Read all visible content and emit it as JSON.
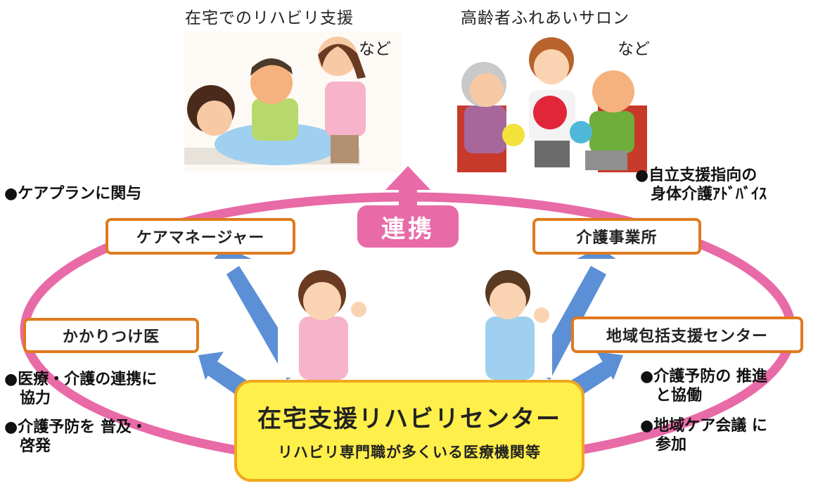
{
  "top_captions": {
    "left_title": "在宅でのリハビリ支援",
    "left_suffix": "など",
    "right_title": "高齢者ふれあいサロン",
    "right_suffix": "など"
  },
  "hub": {
    "label": "連携"
  },
  "nodes": {
    "care_manager": "ケアマネージャー",
    "kaigo_jigyosho": "介護事業所",
    "kakaritsuke": "かかりつけ医",
    "houkatsu": "地域包括支援センター"
  },
  "center": {
    "title": "在宅支援リハビリセンター",
    "subtitle": "リハビリ専門職が多くいる医療機関等"
  },
  "notes": {
    "care_plan": "●ケアプランに関与",
    "jiritsu_1": "●自立支援指向の",
    "jiritsu_2": "身体介護ｱﾄﾞﾊﾞｲｽ",
    "iryou_1": "●医療・介護の連携に",
    "iryou_2": "協力",
    "yobou_fukyu_1": "●介護予防を 普及・",
    "yobou_fukyu_2": "啓発",
    "yobou_suishin_1": "●介護予防の 推進",
    "yobou_suishin_2": "と協働",
    "chiiki_kaigi_1": "●地域ケア会議 に",
    "chiiki_kaigi_2": "参加"
  },
  "colors": {
    "pink": "#e86aa6",
    "blue_arrow": "#5b8fd6",
    "orange_border": "#e07a1f",
    "yellow_fill": "#ffef4a"
  }
}
